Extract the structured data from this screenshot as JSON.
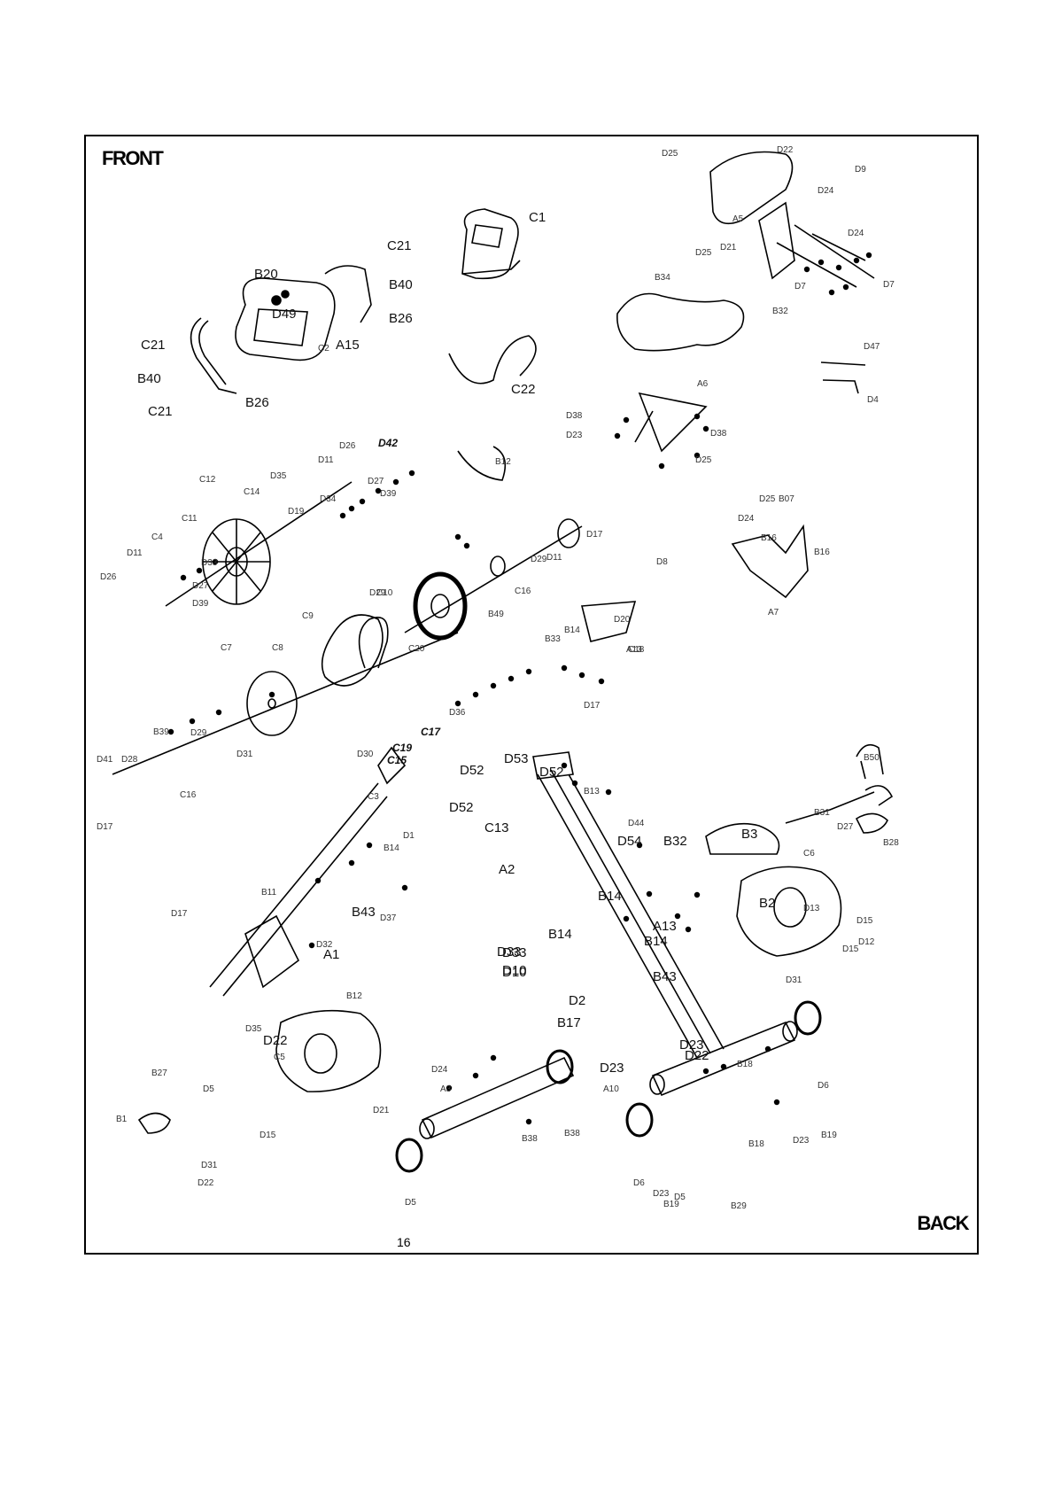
{
  "corners": {
    "front": "FRONT",
    "back": "BACK"
  },
  "page_number": "16",
  "part_labels": [
    {
      "t": "C1",
      "s": "l"
    },
    {
      "t": "C21",
      "s": "l"
    },
    {
      "t": "B40",
      "s": "l"
    },
    {
      "t": "B20",
      "s": "l"
    },
    {
      "t": "D49",
      "s": "l"
    },
    {
      "t": "A15",
      "s": "l"
    },
    {
      "t": "C2",
      "s": "s"
    },
    {
      "t": "B26",
      "s": "l"
    },
    {
      "t": "C21",
      "s": "l"
    },
    {
      "t": "B40",
      "s": "l"
    },
    {
      "t": "C21",
      "s": "l"
    },
    {
      "t": "B26",
      "s": "l"
    },
    {
      "t": "C22",
      "s": "l"
    },
    {
      "t": "D25",
      "s": "s"
    },
    {
      "t": "D22",
      "s": "s"
    },
    {
      "t": "D9",
      "s": "s"
    },
    {
      "t": "D24",
      "s": "s"
    },
    {
      "t": "A5",
      "s": "s"
    },
    {
      "t": "D24",
      "s": "s"
    },
    {
      "t": "D21",
      "s": "s"
    },
    {
      "t": "D25",
      "s": "s"
    },
    {
      "t": "D7",
      "s": "s"
    },
    {
      "t": "D7",
      "s": "s"
    },
    {
      "t": "B32",
      "s": "s"
    },
    {
      "t": "B34",
      "s": "s"
    },
    {
      "t": "D47",
      "s": "s"
    },
    {
      "t": "D4",
      "s": "s"
    },
    {
      "t": "A6",
      "s": "s"
    },
    {
      "t": "D38",
      "s": "s"
    },
    {
      "t": "D23",
      "s": "s"
    },
    {
      "t": "D38",
      "s": "s"
    },
    {
      "t": "D25",
      "s": "s"
    },
    {
      "t": "D42",
      "s": "b"
    },
    {
      "t": "B12",
      "s": "s"
    },
    {
      "t": "D26",
      "s": "s"
    },
    {
      "t": "D11",
      "s": "s"
    },
    {
      "t": "D35",
      "s": "s"
    },
    {
      "t": "D27",
      "s": "s"
    },
    {
      "t": "D39",
      "s": "s"
    },
    {
      "t": "D34",
      "s": "s"
    },
    {
      "t": "D19",
      "s": "s"
    },
    {
      "t": "C12",
      "s": "s"
    },
    {
      "t": "C14",
      "s": "s"
    },
    {
      "t": "C11",
      "s": "s"
    },
    {
      "t": "C4",
      "s": "s"
    },
    {
      "t": "D11",
      "s": "s"
    },
    {
      "t": "D26",
      "s": "s"
    },
    {
      "t": "D33",
      "s": "s"
    },
    {
      "t": "D27",
      "s": "s"
    },
    {
      "t": "D39",
      "s": "s"
    },
    {
      "t": "D17",
      "s": "s"
    },
    {
      "t": "D11",
      "s": "s"
    },
    {
      "t": "D29",
      "s": "s"
    },
    {
      "t": "C16",
      "s": "s"
    },
    {
      "t": "B49",
      "s": "s"
    },
    {
      "t": "C10",
      "s": "s"
    },
    {
      "t": "C20",
      "s": "s"
    },
    {
      "t": "D29",
      "s": "s"
    },
    {
      "t": "C9",
      "s": "s"
    },
    {
      "t": "D25",
      "s": "s"
    },
    {
      "t": "B07",
      "s": "s"
    },
    {
      "t": "D24",
      "s": "s"
    },
    {
      "t": "B16",
      "s": "s"
    },
    {
      "t": "D8",
      "s": "s"
    },
    {
      "t": "B16",
      "s": "s"
    },
    {
      "t": "A7",
      "s": "s"
    },
    {
      "t": "B14",
      "s": "s"
    },
    {
      "t": "D20",
      "s": "s"
    },
    {
      "t": "C18",
      "s": "s"
    },
    {
      "t": "B33",
      "s": "s"
    },
    {
      "t": "A13",
      "s": "s"
    },
    {
      "t": "D17",
      "s": "s"
    },
    {
      "t": "C7",
      "s": "s"
    },
    {
      "t": "C8",
      "s": "s"
    },
    {
      "t": "D36",
      "s": "s"
    },
    {
      "t": "C17",
      "s": "b"
    },
    {
      "t": "C19",
      "s": "b"
    },
    {
      "t": "C15",
      "s": "b"
    },
    {
      "t": "D30",
      "s": "s"
    },
    {
      "t": "B39",
      "s": "s"
    },
    {
      "t": "D29",
      "s": "s"
    },
    {
      "t": "D41",
      "s": "s"
    },
    {
      "t": "D28",
      "s": "s"
    },
    {
      "t": "D31",
      "s": "s"
    },
    {
      "t": "C16",
      "s": "s"
    },
    {
      "t": "D17",
      "s": "s"
    },
    {
      "t": "D53",
      "s": "l"
    },
    {
      "t": "D52",
      "s": "l"
    },
    {
      "t": "D52",
      "s": "l"
    },
    {
      "t": "B13",
      "s": "s"
    },
    {
      "t": "D52",
      "s": "l"
    },
    {
      "t": "C13",
      "s": "l"
    },
    {
      "t": "D44",
      "s": "s"
    },
    {
      "t": "D54",
      "s": "l"
    },
    {
      "t": "B32",
      "s": "l"
    },
    {
      "t": "B50",
      "s": "s"
    },
    {
      "t": "B31",
      "s": "s"
    },
    {
      "t": "D27",
      "s": "s"
    },
    {
      "t": "B3",
      "s": "l"
    },
    {
      "t": "B28",
      "s": "s"
    },
    {
      "t": "C6",
      "s": "s"
    },
    {
      "t": "A2",
      "s": "l"
    },
    {
      "t": "B14",
      "s": "l"
    },
    {
      "t": "D33",
      "s": "l"
    },
    {
      "t": "D10",
      "s": "l"
    },
    {
      "t": "A13",
      "s": "l"
    },
    {
      "t": "B14",
      "s": "l"
    },
    {
      "t": "B2",
      "s": "l"
    },
    {
      "t": "D13",
      "s": "s"
    },
    {
      "t": "D15",
      "s": "s"
    },
    {
      "t": "D12",
      "s": "s"
    },
    {
      "t": "D15",
      "s": "s"
    },
    {
      "t": "D31",
      "s": "s"
    },
    {
      "t": "B14",
      "s": "l"
    },
    {
      "t": "D33",
      "s": "l"
    },
    {
      "t": "D10",
      "s": "l"
    },
    {
      "t": "D2",
      "s": "l"
    },
    {
      "t": "B43",
      "s": "l"
    },
    {
      "t": "B17",
      "s": "l"
    },
    {
      "t": "C3",
      "s": "s"
    },
    {
      "t": "D1",
      "s": "s"
    },
    {
      "t": "B14",
      "s": "s"
    },
    {
      "t": "B11",
      "s": "s"
    },
    {
      "t": "D17",
      "s": "s"
    },
    {
      "t": "B43",
      "s": "l"
    },
    {
      "t": "D37",
      "s": "s"
    },
    {
      "t": "D32",
      "s": "s"
    },
    {
      "t": "A1",
      "s": "l"
    },
    {
      "t": "D35",
      "s": "s"
    },
    {
      "t": "B12",
      "s": "s"
    },
    {
      "t": "D22",
      "s": "l"
    },
    {
      "t": "D23",
      "s": "l"
    },
    {
      "t": "D22",
      "s": "l"
    },
    {
      "t": "D23",
      "s": "l"
    },
    {
      "t": "A10",
      "s": "s"
    },
    {
      "t": "B18",
      "s": "s"
    },
    {
      "t": "D6",
      "s": "s"
    },
    {
      "t": "B19",
      "s": "s"
    },
    {
      "t": "D23",
      "s": "s"
    },
    {
      "t": "B18",
      "s": "s"
    },
    {
      "t": "D6",
      "s": "s"
    },
    {
      "t": "B19",
      "s": "s"
    },
    {
      "t": "D23",
      "s": "s"
    },
    {
      "t": "D5",
      "s": "s"
    },
    {
      "t": "B29",
      "s": "s"
    },
    {
      "t": "B27",
      "s": "s"
    },
    {
      "t": "B1",
      "s": "s"
    },
    {
      "t": "C5",
      "s": "s"
    },
    {
      "t": "D5",
      "s": "s"
    },
    {
      "t": "D15",
      "s": "s"
    },
    {
      "t": "D21",
      "s": "s"
    },
    {
      "t": "D31",
      "s": "s"
    },
    {
      "t": "D22",
      "s": "s"
    },
    {
      "t": "D24",
      "s": "s"
    },
    {
      "t": "A3",
      "s": "s"
    },
    {
      "t": "B38",
      "s": "s"
    },
    {
      "t": "B38",
      "s": "s"
    },
    {
      "t": "D5",
      "s": "s"
    }
  ]
}
